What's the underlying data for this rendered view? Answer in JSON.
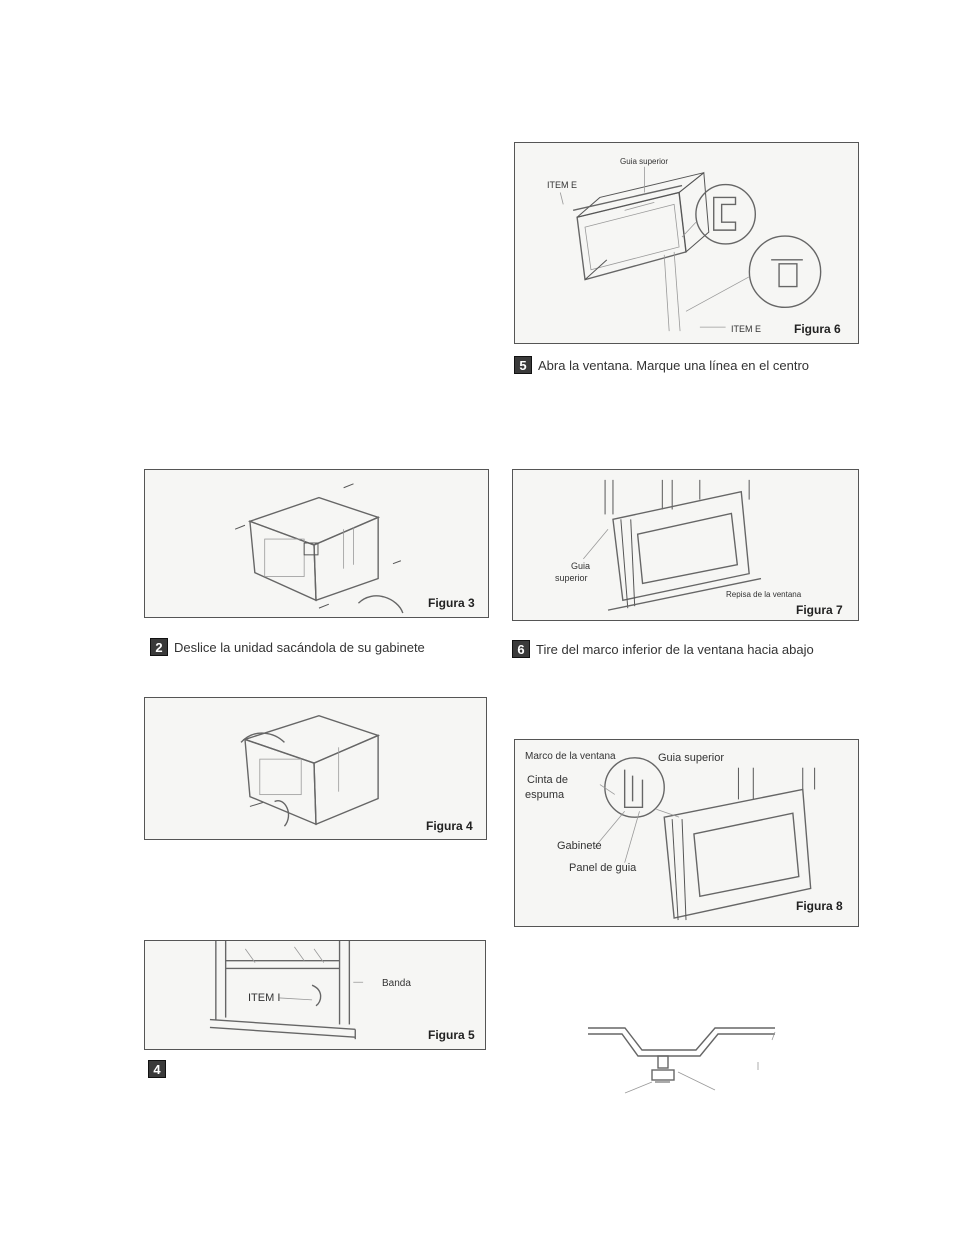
{
  "figure6": {
    "label": "Figura 6",
    "guia_superior": "Guia superior",
    "item_e_top": "ITEM E",
    "item_e_bottom": "ITEM E"
  },
  "step5": {
    "number": "5",
    "text": "Abra la ventana. Marque una línea en el centro"
  },
  "figure3": {
    "label": "Figura 3"
  },
  "step2": {
    "number": "2",
    "text": "Deslice la unidad sacándola de su gabinete"
  },
  "figure7": {
    "label": "Figura 7",
    "guia": "Guia",
    "superior": "superior",
    "repisa": "Repisa de la ventana"
  },
  "step6": {
    "number": "6",
    "text": "Tire del marco inferior de la ventana hacia abajo"
  },
  "figure4": {
    "label": "Figura 4"
  },
  "figure8": {
    "label": "Figura 8",
    "marco": "Marco de la ventana",
    "guia_superior": "Guia superior",
    "cinta": "Cinta de",
    "espuma": "espuma",
    "gabinete": "Gabinete",
    "panel": "Panel de guia"
  },
  "figure5": {
    "label": "Figura 5",
    "banda": "Banda",
    "item_i": "ITEM I"
  },
  "step4": {
    "number": "4"
  }
}
